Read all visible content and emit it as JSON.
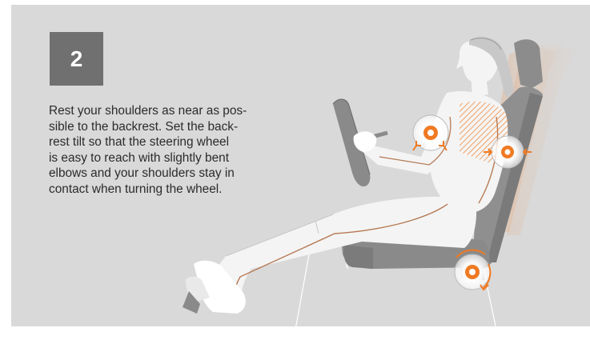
{
  "step": {
    "number": "2"
  },
  "instruction": {
    "lines": [
      "Rest your shoulders as near as pos-",
      "sible to the backrest. Set the back-",
      "rest tilt so that the steering wheel",
      "is easy to reach with slightly bent",
      "elbows and your shoulders stay in",
      "contact when turning the wheel."
    ]
  },
  "colors": {
    "background": "#d9d9d9",
    "step_box": "#707070",
    "accent": "#f07a22",
    "seat": "#8f8f8f",
    "figure": "#f4f4f4"
  },
  "icons": [
    "steering-wheel-icon",
    "seat-icon",
    "driver-figure-icon",
    "adjustment-marker-icon",
    "tilt-arrow-icon"
  ]
}
